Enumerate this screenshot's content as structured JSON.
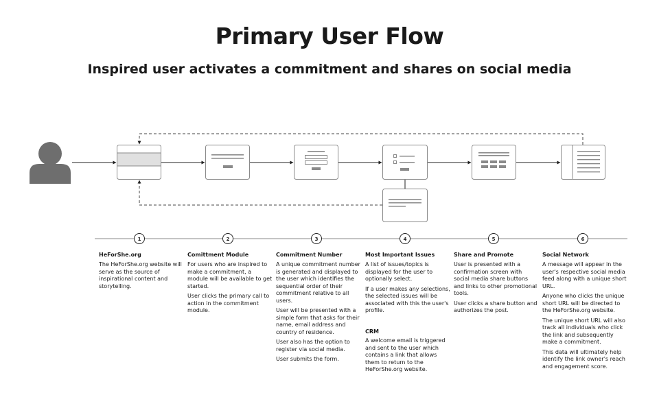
{
  "title": "Primary User Flow",
  "subtitle": "Inspired user activates a commitment and shares on social media",
  "colors": {
    "ink": "#1a1a1a",
    "line": "#555555",
    "screen_fill": "#ffffff",
    "screen_stroke": "#8a8a8a",
    "bar": "#8a8a8a",
    "user_icon": "#6e6e6e",
    "highlight": "#e0e0e0"
  },
  "icons": {
    "user": "user-avatar-icon"
  },
  "steps": [
    {
      "number": "1",
      "title": "HeForShe.org",
      "paragraphs": [
        "The HeForShe.org website will serve as the source of inspirational content and storytelling."
      ]
    },
    {
      "number": "2",
      "title": "Comittment Module",
      "paragraphs": [
        "For users who are inspired to make a commitment, a module will be available to get started.",
        "User clicks the primary call to action in the commitment module."
      ]
    },
    {
      "number": "3",
      "title": "Commitment Number",
      "paragraphs": [
        "A unique commitment number is generated and displayed to the user which identifies the sequential order of their commitment relative to all users.",
        "User will be presented with a simple form that asks for their name, email address and country of residence.",
        "User also has the option to register via social media.",
        "User submits the form."
      ]
    },
    {
      "number": "4",
      "title": "Most Important Issues",
      "paragraphs": [
        "A list of issues/topics is displayed for the user to optionally select.",
        "If a user makes any selections, the selected issues will be associated with this the user's profile."
      ]
    },
    {
      "number": "5",
      "title": "Share and Promote",
      "paragraphs": [
        "User is presented with a confirmation screen with social media share buttons and links to other promotional tools.",
        "User clicks a share button and authorizes the post."
      ]
    },
    {
      "number": "6",
      "title": "Social Network",
      "paragraphs": [
        "A message will appear in the user's respective social media feed along with a unique short URL.",
        "Anyone who clicks the unique short URL will be directed to the HeForShe.org website.",
        "The unique short URL will also track all individuals who click the link and subsequently make a commitment.",
        "This data will ultimately help identify the link owner's reach and engagement score."
      ]
    }
  ],
  "crm": {
    "title": "CRM",
    "paragraphs": [
      "A welcome email is triggered and sent to the user which contains a link that allows them to return to the HeForShe.org website."
    ]
  }
}
